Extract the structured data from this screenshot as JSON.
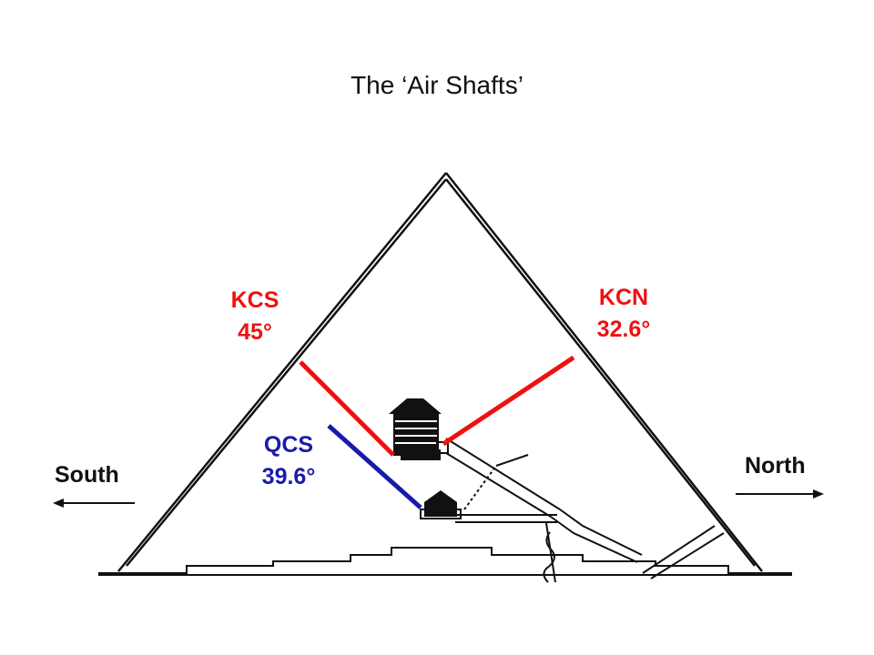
{
  "title": "The ‘Air Shafts’",
  "shafts": {
    "kcs": {
      "name": "KCS",
      "angle": "45°",
      "color": "#ee1111"
    },
    "kcn": {
      "name": "KCN",
      "angle": "32.6°",
      "color": "#ee1111"
    },
    "qcs": {
      "name": "QCS",
      "angle": "39.6°",
      "color": "#1a1aaa"
    }
  },
  "directions": {
    "south": "South",
    "north": "North"
  }
}
